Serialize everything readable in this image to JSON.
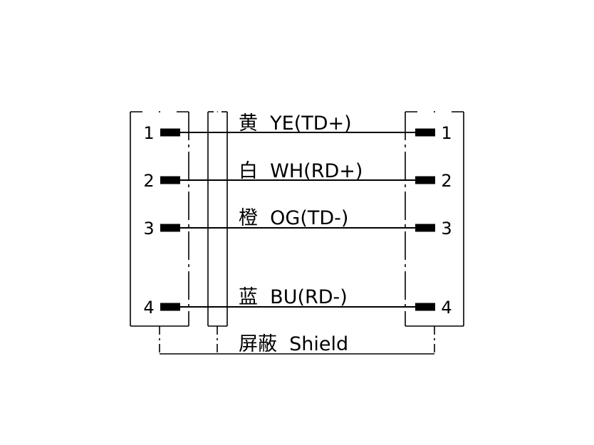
{
  "left_pins": [
    "1",
    "2",
    "3",
    "4"
  ],
  "right_pins": [
    "1",
    "2",
    "3",
    "4"
  ],
  "wires": [
    {
      "label": "黄  YE(TD+)"
    },
    {
      "label": "白  WH(RD+)"
    },
    {
      "label": "橙  OG(TD-)"
    },
    {
      "label": "蓝  BU(RD-)"
    }
  ],
  "shield_label": "屏蔽  Shield",
  "colors": {
    "line": "#000000",
    "background": "#ffffff"
  }
}
